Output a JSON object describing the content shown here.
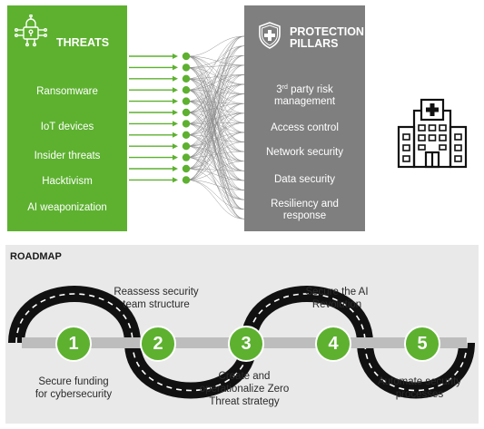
{
  "threats": {
    "title": "THREATS",
    "items": [
      "Ransomware",
      "IoT devices",
      "Insider threats",
      "Hacktivism",
      "AI weaponization"
    ]
  },
  "pillars": {
    "title_line1": "PROTECTION",
    "title_line2": "PILLARS",
    "item1_pre": "3",
    "item1_sup": "rd",
    "item1_line1_rest": " party risk",
    "item1_line2": "management",
    "items": [
      "Access control",
      "Network security",
      "Data security"
    ],
    "item5_line1": "Resiliency and",
    "item5_line2": "response"
  },
  "roadmap": {
    "title": "ROADMAP",
    "steps": [
      {
        "number": "1",
        "line1": "Secure funding",
        "line2": "for cybersecurity",
        "line3": ""
      },
      {
        "number": "2",
        "line1": "Reassess security",
        "line2": "team structure",
        "line3": ""
      },
      {
        "number": "3",
        "line1": "Create and",
        "line2": "operationalize Zero",
        "line3": "Threat strategy"
      },
      {
        "number": "4",
        "line1": "Secure the AI",
        "line2": "Revolution",
        "line3": ""
      },
      {
        "number": "5",
        "line1": "Automate security",
        "line2": "processes",
        "line3": ""
      }
    ]
  },
  "colors": {
    "green": "#5db12f",
    "gray": "#7f7f7f",
    "road": "#111111",
    "roadmap_bg": "#e9e9e9"
  },
  "icons": [
    "lock-circuit-icon",
    "shield-plus-icon",
    "hospital-icon"
  ]
}
